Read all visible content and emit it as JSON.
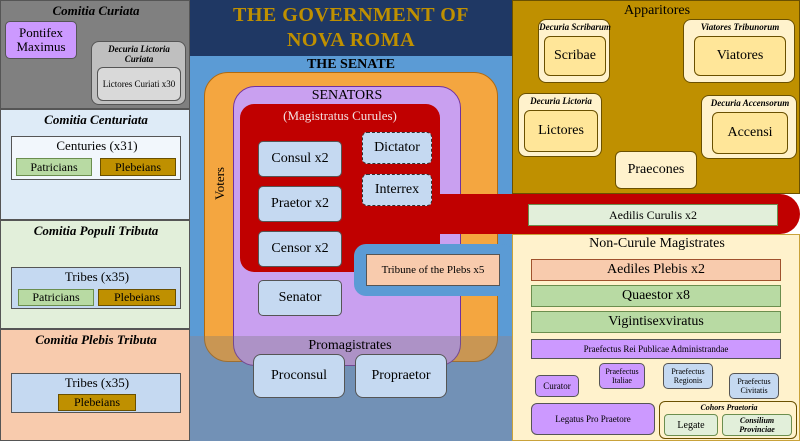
{
  "title": "THE GOVERNMENT OF NOVA ROMA",
  "senate": {
    "label": "THE SENATE",
    "senators_label": "SENATORS",
    "curules_label": "(Magistratus Curules)",
    "consul": "Consul x2",
    "praetor": "Praetor x2",
    "censor": "Censor x2",
    "dictator": "Dictator",
    "interrex": "Interrex",
    "senator": "Senator",
    "voters": "Voters",
    "tribune": "Tribune of the Plebs x5",
    "aedilis_curulis": "Aedilis Curulis x2"
  },
  "promagistrates": {
    "label": "Promagistrates",
    "proconsul": "Proconsul",
    "propraetor": "Propraetor"
  },
  "comitia_curiata": {
    "title": "Comitia Curiata",
    "pontifex": "Pontifex Maximus",
    "decuria_title": "Decuria Lictoria Curiata",
    "lictores": "Lictores Curiati x30"
  },
  "comitia_centuriata": {
    "title": "Comitia Centuriata",
    "centuries": "Centuries (x31)",
    "patricians": "Patricians",
    "plebeians": "Plebeians"
  },
  "comitia_populi": {
    "title": "Comitia Populi Tributa",
    "tribes": "Tribes (x35)",
    "patricians": "Patricians",
    "plebeians": "Plebeians"
  },
  "comitia_plebis": {
    "title": "Comitia Plebis Tributa",
    "tribes": "Tribes (x35)",
    "plebeians": "Plebeians"
  },
  "apparitores": {
    "title": "Apparitores",
    "scribarum_title": "Decuria Scribarum",
    "scribae": "Scribae",
    "tribunorum_title": "Viatores Tribunorum",
    "viatores": "Viatores",
    "lictoria_title": "Decuria Lictoria",
    "lictores": "Lictores",
    "accensorum_title": "Decuria Accensorum",
    "accensi": "Accensi",
    "praecones": "Praecones"
  },
  "non_curule": {
    "title": "Non-Curule Magistrates",
    "aediles_plebis": "Aediles Plebis x2",
    "quaestor": "Quaestor x8",
    "vigintisexviratus": "Vigintisexviratus",
    "praefectus_rei": "Praefectus Rei Publicae Administrandae",
    "curator": "Curator",
    "praefectus_italiae": "Praefectus Italiae",
    "praefectus_regionis": "Praefectus Regionis",
    "praefectus_civitatis": "Praefectus Civitatis",
    "legatus": "Legatus Pro Praetore",
    "cohors_title": "Cohors Praetoria",
    "legate": "Legate",
    "consilium": "Consilium Provinciae"
  },
  "colors": {
    "navy": "#1f3864",
    "gold_title": "#bf9000",
    "senate_blue": "#5b9bd5",
    "voters_orange": "#f4a640",
    "senators_purple": "#c9a0f0",
    "curule_red": "#c00000",
    "promag_blue": "#6f9fd8",
    "apparitores_gold": "#bf9000",
    "noncurule_cream": "#fff2cc"
  }
}
